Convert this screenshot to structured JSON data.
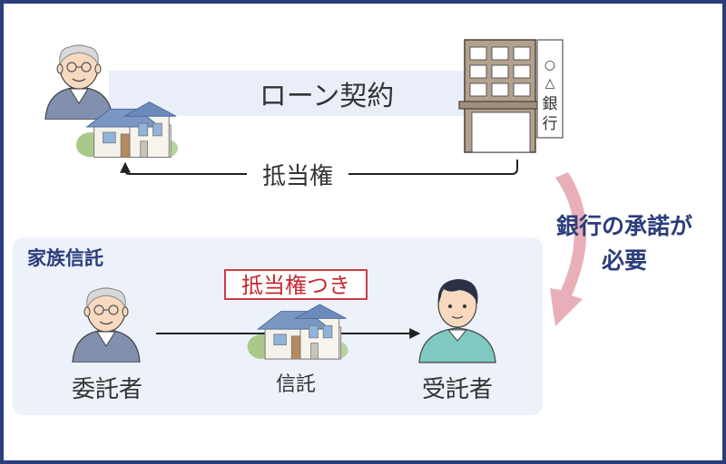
{
  "top": {
    "loan_label": "ローン契約",
    "mortgage_label": "抵当権",
    "bank_mark_circle": "○",
    "bank_mark_triangle": "△",
    "bank_sign_1": "銀",
    "bank_sign_2": "行"
  },
  "callout": {
    "line1": "銀行の承諾が",
    "line2": "必要"
  },
  "trust_panel": {
    "title": "家族信託",
    "mortgage_tag": "抵当権つき",
    "trust_label": "信託",
    "settlor_label": "委託者",
    "trustee_label": "受託者"
  },
  "colors": {
    "border": "#2b3d7a",
    "band": "#e9eef8",
    "panel": "#ecf1fa",
    "text": "#333333",
    "navy": "#2b3d7a",
    "tag_red": "#c8282f",
    "arrow_pink": "#e6a6b0"
  },
  "icons": [
    "elderly-man-icon",
    "house-icon",
    "bank-building-icon",
    "young-man-icon",
    "curved-arrow-icon"
  ]
}
